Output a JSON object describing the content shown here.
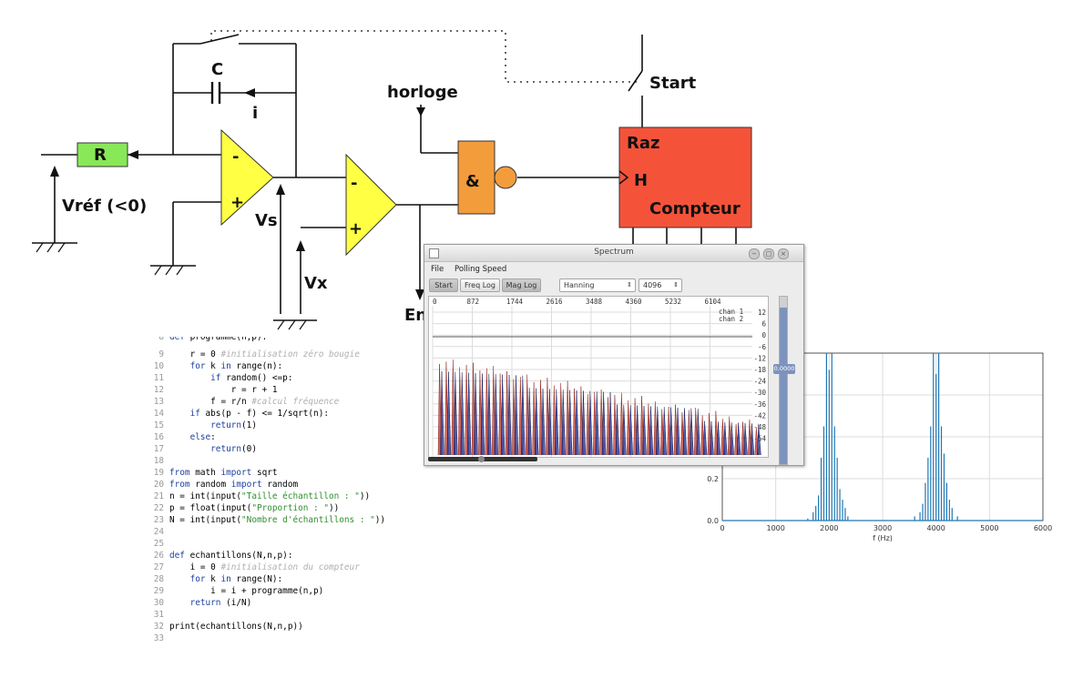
{
  "circuit": {
    "capacitor": "C",
    "current": "i",
    "resistor": "R",
    "vref": "Vréf (<0)",
    "vs": "Vs",
    "vx": "Vx",
    "clock": "horloge",
    "and_gate": "&",
    "start": "Start",
    "reset": "Raz",
    "clock_input": "H",
    "counter": "Compteur",
    "enable_label": "En",
    "opamp_minus": "-",
    "opamp_plus": "+",
    "colors": {
      "opamp": "#ffff44",
      "gate": "#f39c3c",
      "counter": "#f4533a",
      "resistor": "#88e858"
    }
  },
  "code": {
    "lines": [
      {
        "n": "8",
        "t": "def programme(n,p):",
        "partial": true
      },
      {
        "n": "9",
        "t": "    r = 0 ",
        "c": "#initialisation zéro bougie"
      },
      {
        "n": "10",
        "t": "    for k in range(n):"
      },
      {
        "n": "11",
        "t": "        if random() <=p:"
      },
      {
        "n": "12",
        "t": "            r = r + 1"
      },
      {
        "n": "13",
        "t": "        f = r/n ",
        "c": "#calcul fréquence"
      },
      {
        "n": "14",
        "t": "    if abs(p - f) <= 1/sqrt(n):"
      },
      {
        "n": "15",
        "t": "        return(1)"
      },
      {
        "n": "16",
        "t": "    else:"
      },
      {
        "n": "17",
        "t": "        return(0)"
      },
      {
        "n": "18",
        "t": ""
      },
      {
        "n": "19",
        "t": "from math import sqrt"
      },
      {
        "n": "20",
        "t": "from random import random"
      },
      {
        "n": "21",
        "t": "n = int(input(\"Taille échantillon : \"))"
      },
      {
        "n": "22",
        "t": "p = float(input(\"Proportion : \"))"
      },
      {
        "n": "23",
        "t": "N = int(input(\"Nombre d'échantillons : \"))"
      },
      {
        "n": "24",
        "t": ""
      },
      {
        "n": "25",
        "t": ""
      },
      {
        "n": "26",
        "t": "def echantillons(N,n,p):"
      },
      {
        "n": "27",
        "t": "    i = 0 ",
        "c": "#initialisation du compteur"
      },
      {
        "n": "28",
        "t": "    for k in range(N):"
      },
      {
        "n": "29",
        "t": "        i = i + programme(n,p)"
      },
      {
        "n": "30",
        "t": "    return (i/N)"
      },
      {
        "n": "31",
        "t": ""
      },
      {
        "n": "32",
        "t": "print(echantillons(N,n,p))"
      },
      {
        "n": "33",
        "t": ""
      }
    ]
  },
  "spectrum_window": {
    "title": "Spectrum",
    "menu": [
      "File",
      "Polling Speed"
    ],
    "buttons": [
      "Start",
      "Freq Log",
      "Mag Log"
    ],
    "window_select": "Hanning",
    "size_select": "4096",
    "freq_ticks": [
      "0",
      "872",
      "1744",
      "2616",
      "3488",
      "4360",
      "5232",
      "6104"
    ],
    "mag_ticks": [
      "12",
      "6",
      "0",
      "-6",
      "-12",
      "-18",
      "-24",
      "-30",
      "-36",
      "-42",
      "-48",
      "-54"
    ],
    "legend": [
      {
        "name": "chan 1",
        "color": "#c0392b"
      },
      {
        "name": "chan 2",
        "color": "#1f2f8f"
      }
    ],
    "slider_value": "0.0000"
  },
  "chart_data": {
    "type": "line",
    "xlabel": "f (Hz)",
    "ylabel": "",
    "xlim": [
      0,
      6000
    ],
    "ylim": [
      0,
      0.8
    ],
    "x_ticks": [
      0,
      1000,
      2000,
      3000,
      4000,
      5000,
      6000
    ],
    "y_ticks": [
      0.0,
      0.2
    ],
    "y_tick_labels": [
      "0.0",
      "0.2"
    ],
    "color": "#1f77b4",
    "stems": [
      {
        "x": 1600,
        "y": 0.01
      },
      {
        "x": 1700,
        "y": 0.04
      },
      {
        "x": 1750,
        "y": 0.07
      },
      {
        "x": 1800,
        "y": 0.12
      },
      {
        "x": 1850,
        "y": 0.3
      },
      {
        "x": 1900,
        "y": 0.45
      },
      {
        "x": 1950,
        "y": 0.8
      },
      {
        "x": 2000,
        "y": 0.72
      },
      {
        "x": 2050,
        "y": 0.8
      },
      {
        "x": 2100,
        "y": 0.45
      },
      {
        "x": 2150,
        "y": 0.3
      },
      {
        "x": 2200,
        "y": 0.15
      },
      {
        "x": 2250,
        "y": 0.1
      },
      {
        "x": 2300,
        "y": 0.06
      },
      {
        "x": 2350,
        "y": 0.02
      },
      {
        "x": 3600,
        "y": 0.02
      },
      {
        "x": 3700,
        "y": 0.04
      },
      {
        "x": 3750,
        "y": 0.08
      },
      {
        "x": 3800,
        "y": 0.18
      },
      {
        "x": 3850,
        "y": 0.3
      },
      {
        "x": 3900,
        "y": 0.45
      },
      {
        "x": 3950,
        "y": 0.8
      },
      {
        "x": 4000,
        "y": 0.7
      },
      {
        "x": 4050,
        "y": 0.8
      },
      {
        "x": 4100,
        "y": 0.45
      },
      {
        "x": 4150,
        "y": 0.32
      },
      {
        "x": 4200,
        "y": 0.18
      },
      {
        "x": 4250,
        "y": 0.1
      },
      {
        "x": 4300,
        "y": 0.06
      },
      {
        "x": 4400,
        "y": 0.02
      }
    ]
  }
}
